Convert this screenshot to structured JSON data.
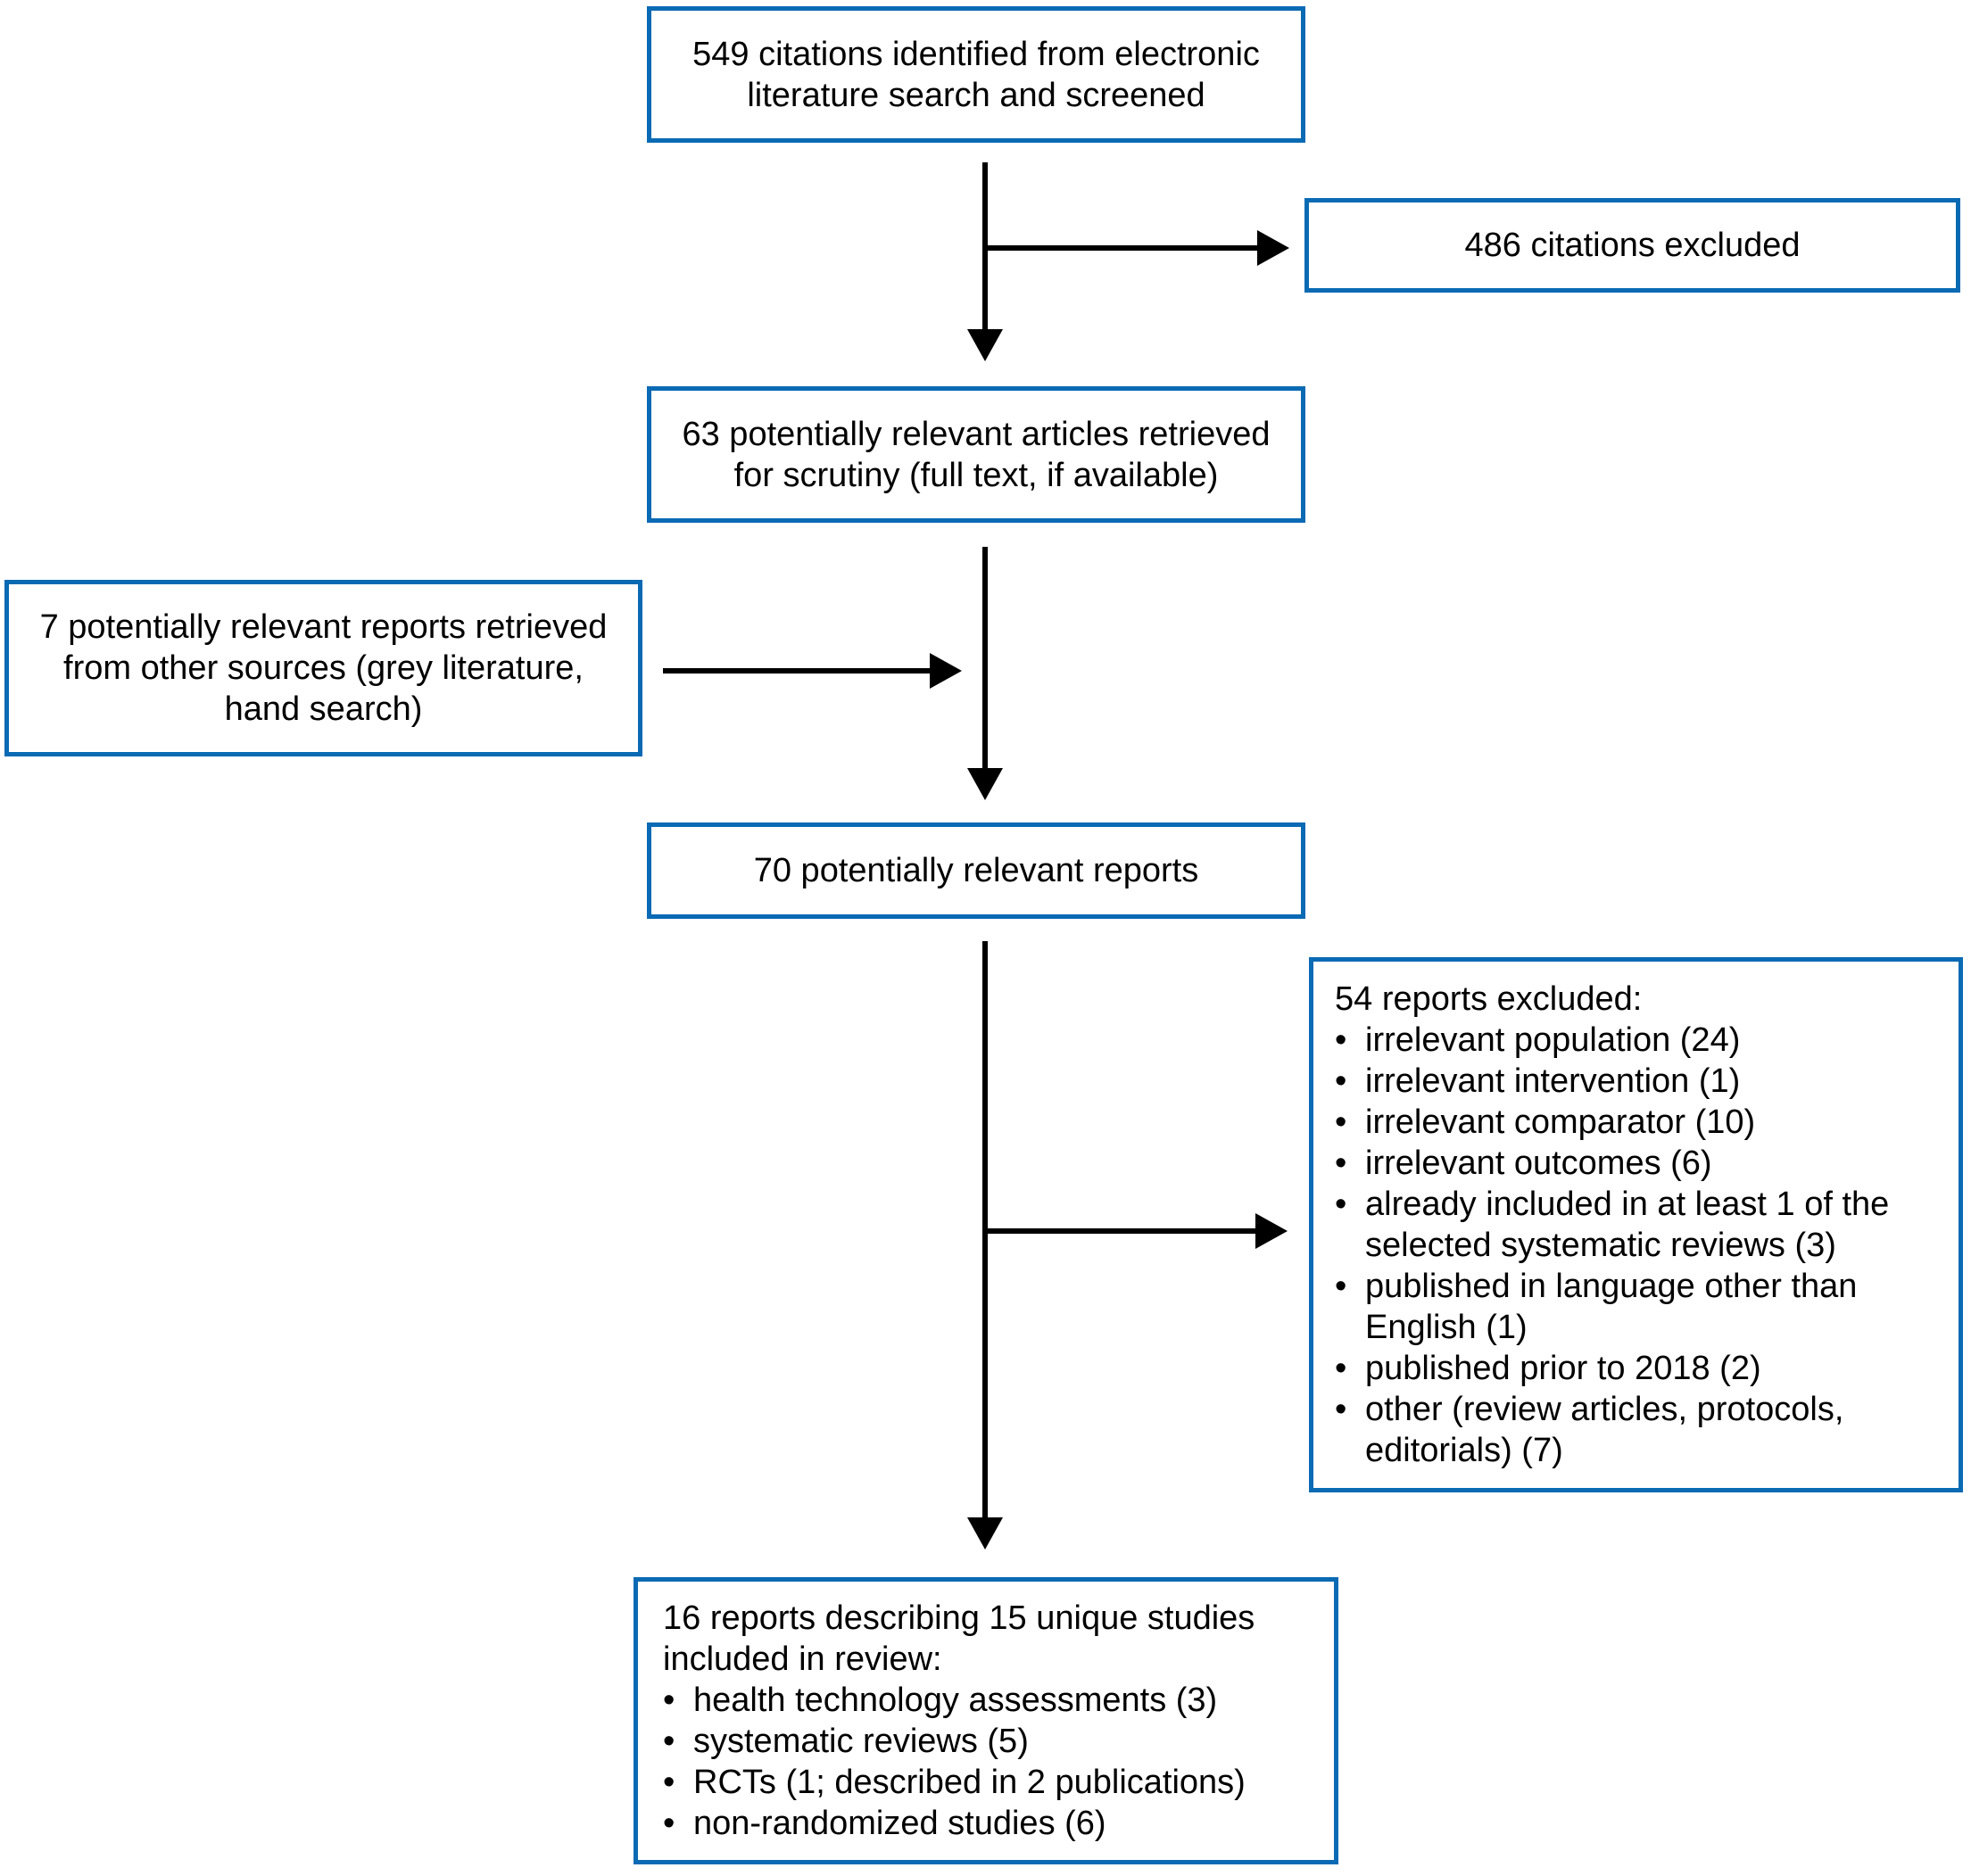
{
  "flow": {
    "box_citations_identified": {
      "text": "549 citations identified from electronic literature search and screened"
    },
    "box_citations_excluded": {
      "text": "486 citations excluded"
    },
    "box_articles_retrieved": {
      "text": "63 potentially relevant articles retrieved for scrutiny (full text, if available)"
    },
    "box_other_sources": {
      "text": "7 potentially relevant reports retrieved from other sources (grey literature, hand search)"
    },
    "box_potentially_relevant": {
      "text": "70 potentially relevant reports"
    },
    "box_reports_excluded": {
      "title": "54 reports excluded:",
      "bullets": [
        "irrelevant population (24)",
        "irrelevant intervention (1)",
        "irrelevant comparator (10)",
        "irrelevant outcomes (6)",
        "already included in at least 1 of the selected systematic reviews (3)",
        "published in language other than English (1)",
        "published prior to 2018 (2)",
        "other (review articles, protocols, editorials) (7)"
      ]
    },
    "box_reports_included": {
      "title": "16 reports describing 15 unique studies included in review:",
      "bullets": [
        "health technology assessments (3)",
        "systematic reviews (5)",
        "RCTs (1; described in 2 publications)",
        "non-randomized studies (6)"
      ]
    }
  },
  "colors": {
    "box_border": "#0a6ab4",
    "arrow": "#000000",
    "text": "#000000",
    "background": "#ffffff"
  }
}
